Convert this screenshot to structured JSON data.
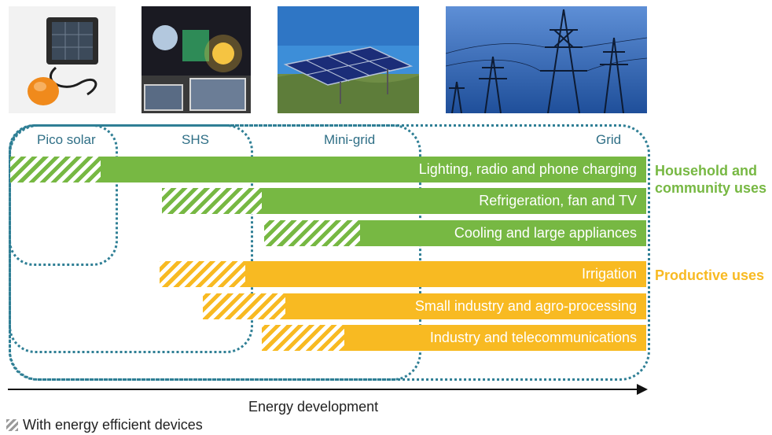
{
  "photos": [
    {
      "name": "pico-solar-photo",
      "icon": "solar-lantern-image"
    },
    {
      "name": "shs-photo",
      "icon": "solar-home-system-image"
    },
    {
      "name": "mini-grid-photo",
      "icon": "solar-array-image"
    },
    {
      "name": "grid-photo",
      "icon": "power-pylons-image"
    }
  ],
  "columns": {
    "pico_solar": "Pico solar",
    "shs": "SHS",
    "mini_grid": "Mini-grid",
    "grid": "Grid"
  },
  "bars": [
    {
      "label": "Lighting, radio and phone charging",
      "group": "household"
    },
    {
      "label": "Refrigeration, fan and TV",
      "group": "household"
    },
    {
      "label": "Cooling and large appliances",
      "group": "household"
    },
    {
      "label": "Irrigation",
      "group": "productive"
    },
    {
      "label": "Small industry and agro-processing",
      "group": "productive"
    },
    {
      "label": "Industry and telecommunications",
      "group": "productive"
    }
  ],
  "groups": {
    "household": {
      "line1": "Household and",
      "line2": "community uses",
      "color": "#77b843"
    },
    "productive": {
      "label": "Productive uses",
      "color": "#f8ba22"
    }
  },
  "axis": {
    "label": "Energy development"
  },
  "legend": {
    "label": "With energy efficient devices"
  },
  "colors": {
    "ring": "#2f7f95",
    "green": "#77b843",
    "orange": "#f8ba22",
    "heading": "#2f6f86"
  }
}
